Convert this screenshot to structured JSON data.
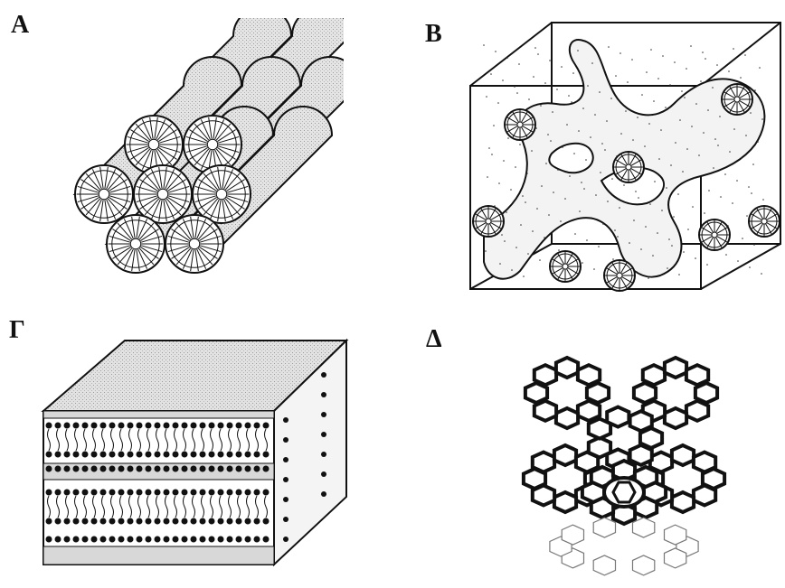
{
  "labels": {
    "a": "A",
    "b": "B",
    "g": "Γ",
    "d": "Δ"
  },
  "colors": {
    "ink": "#111111",
    "stipple": "#d9d9d9",
    "background": "#ffffff"
  }
}
